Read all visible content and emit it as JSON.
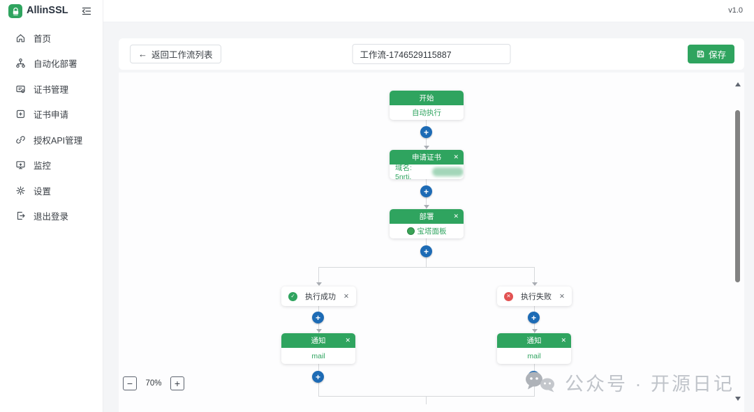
{
  "app": {
    "name": "AllinSSL",
    "version": "v1.0"
  },
  "sidebar": {
    "items": [
      {
        "icon": "home-icon",
        "label": "首页"
      },
      {
        "icon": "workflow-icon",
        "label": "自动化部署"
      },
      {
        "icon": "certificate-icon",
        "label": "证书管理"
      },
      {
        "icon": "cert-apply-icon",
        "label": "证书申请"
      },
      {
        "icon": "api-link-icon",
        "label": "授权API管理"
      },
      {
        "icon": "monitor-icon",
        "label": "监控"
      },
      {
        "icon": "settings-icon",
        "label": "设置"
      },
      {
        "icon": "logout-icon",
        "label": "退出登录"
      }
    ]
  },
  "toolbar": {
    "back_label": "返回工作流列表",
    "workflow_name": "工作流-1746529115887",
    "save_label": "保存"
  },
  "workflow": {
    "nodes": {
      "start": {
        "title": "开始",
        "body": "自动执行"
      },
      "apply": {
        "title": "申请证书",
        "body_label": "域名: 5nrtj."
      },
      "deploy": {
        "title": "部署",
        "body": "宝塔面板"
      },
      "success": {
        "label": "执行成功"
      },
      "fail": {
        "label": "执行失败"
      },
      "notify_success": {
        "title": "通知",
        "body": "mail"
      },
      "notify_fail": {
        "title": "通知",
        "body": "mail"
      }
    }
  },
  "zoom": {
    "level": "70%",
    "minus_glyph": "−",
    "plus_glyph": "+"
  },
  "icons": {
    "back_arrow": "←",
    "close": "✕",
    "plus": "+",
    "check": "✓",
    "cross": "✕"
  },
  "watermark": {
    "text": "公众号 · 开源日记"
  },
  "colors": {
    "primary_green": "#2fa45f",
    "plus_blue": "#1d6bb5",
    "fail_red": "#e25252"
  }
}
